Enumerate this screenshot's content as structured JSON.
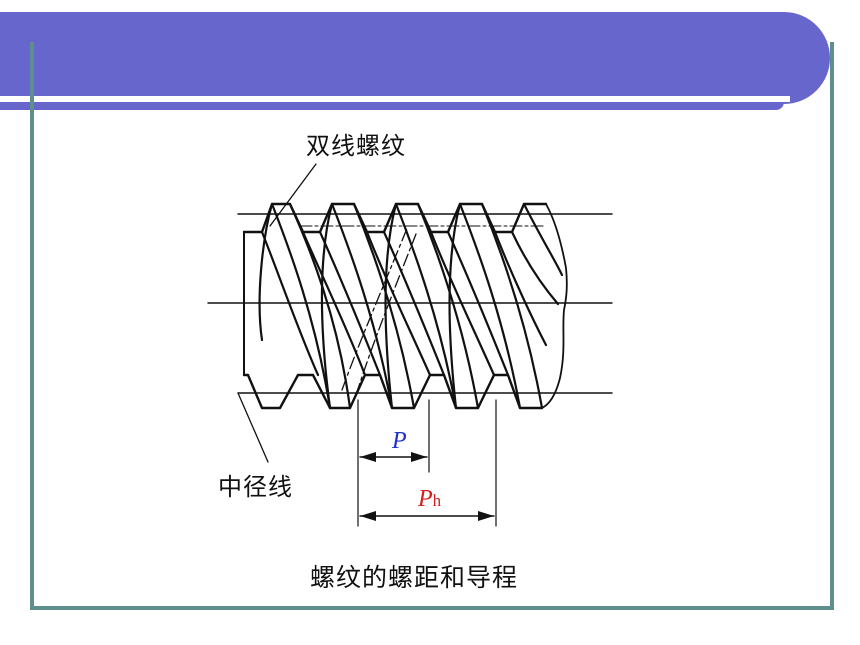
{
  "labels": {
    "double_thread": "双线螺纹",
    "pitch_diameter_line": "中径线",
    "pitch_symbol": "P",
    "lead_symbol": "P",
    "lead_subscript": "h",
    "caption": "螺纹的螺距和导程"
  },
  "colors": {
    "title_bar": "#6666cc",
    "frame": "#5e8e8e",
    "pitch_label": "#1f2fd0",
    "lead_label": "#d62020",
    "line": "#111111"
  }
}
